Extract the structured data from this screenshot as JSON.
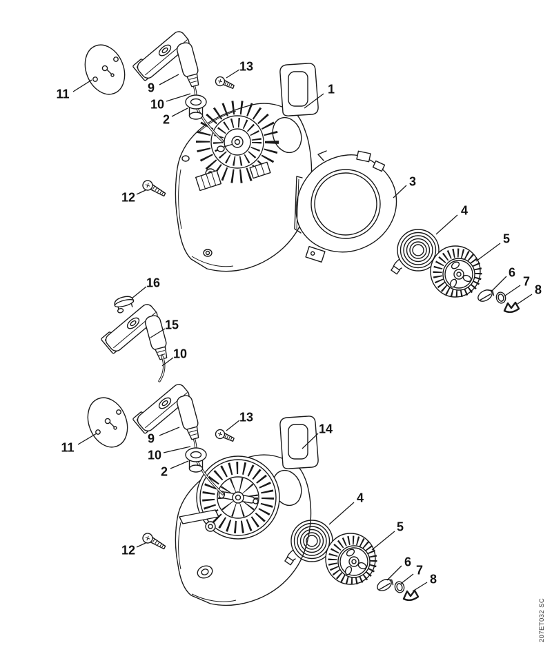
{
  "diagram": {
    "type": "exploded-parts-diagram",
    "code": "207ET032 SC",
    "callouts": [
      {
        "id": "top-cover-disc",
        "label": "11"
      },
      {
        "id": "top-grip",
        "label": "9"
      },
      {
        "id": "top-rope",
        "label": "10"
      },
      {
        "id": "top-grommet",
        "label": "2"
      },
      {
        "id": "top-screw-small",
        "label": "13"
      },
      {
        "id": "top-housing",
        "label": "1"
      },
      {
        "id": "top-screw-long",
        "label": "12"
      },
      {
        "id": "fan-cover",
        "label": "3"
      },
      {
        "id": "top-rewind-spring",
        "label": "4"
      },
      {
        "id": "top-rope-rotor",
        "label": "5"
      },
      {
        "id": "top-pawl",
        "label": "6"
      },
      {
        "id": "top-washer",
        "label": "7"
      },
      {
        "id": "top-clip",
        "label": "8"
      },
      {
        "id": "mid-cap",
        "label": "16"
      },
      {
        "id": "mid-grip",
        "label": "15"
      },
      {
        "id": "mid-rope",
        "label": "10"
      },
      {
        "id": "bot-cover-disc",
        "label": "11"
      },
      {
        "id": "bot-grip",
        "label": "9"
      },
      {
        "id": "bot-rope",
        "label": "10"
      },
      {
        "id": "bot-grommet",
        "label": "2"
      },
      {
        "id": "bot-screw-small",
        "label": "13"
      },
      {
        "id": "bot-housing",
        "label": "14"
      },
      {
        "id": "bot-screw-long",
        "label": "12"
      },
      {
        "id": "bot-rewind-spring",
        "label": "4"
      },
      {
        "id": "bot-rope-rotor",
        "label": "5"
      },
      {
        "id": "bot-pawl",
        "label": "6"
      },
      {
        "id": "bot-washer",
        "label": "7"
      },
      {
        "id": "bot-clip",
        "label": "8"
      }
    ]
  }
}
